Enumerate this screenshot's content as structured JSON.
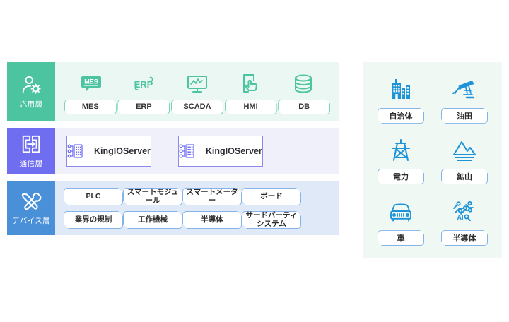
{
  "colors": {
    "app_accent": "#4cc4a0",
    "comm_accent": "#6f6ef0",
    "dev_accent": "#4a90d9",
    "app_band_bg": "#eaf7f2",
    "comm_band_bg": "#f0f0fb",
    "dev_band_bg": "#dfe9f8",
    "industry_bg": "#f0f8f4",
    "industry_icon": "#1e93d8",
    "page_bg": "#ffffff"
  },
  "architecture": {
    "layers": [
      {
        "id": "application",
        "label": "応用層",
        "icon": "user-gear-icon",
        "items": [
          {
            "label": "MES",
            "icon": "mes-chat-icon"
          },
          {
            "label": "ERP",
            "icon": "erp-text-icon"
          },
          {
            "label": "SCADA",
            "icon": "monitor-chart-icon"
          },
          {
            "label": "HMI",
            "icon": "hand-touch-icon"
          },
          {
            "label": "DB",
            "icon": "database-icon"
          }
        ]
      },
      {
        "id": "communication",
        "label": "通信層",
        "icon": "data-exchange-icon",
        "items": [
          {
            "label": "KingIOServer",
            "icon": "io-server-icon"
          },
          {
            "label": "KingIOServer",
            "icon": "io-server-icon"
          }
        ]
      },
      {
        "id": "device",
        "label": "デバイス層",
        "icon": "tools-icon",
        "rows": [
          [
            {
              "label": "PLC"
            },
            {
              "label": "スマートモジュール"
            },
            {
              "label": "スマートメーター"
            },
            {
              "label": "ボード"
            }
          ],
          [
            {
              "label": "業界の規制"
            },
            {
              "label": "工作機械"
            },
            {
              "label": "半導体"
            },
            {
              "label": "サードパーティシステム"
            }
          ]
        ]
      }
    ]
  },
  "industries": {
    "items": [
      {
        "label": "自治体",
        "icon": "city-buildings-icon"
      },
      {
        "label": "油田",
        "icon": "oil-pumpjack-icon"
      },
      {
        "label": "電力",
        "icon": "power-pylon-icon"
      },
      {
        "label": "鉱山",
        "icon": "mountain-mine-icon"
      },
      {
        "label": "車",
        "icon": "car-front-icon"
      },
      {
        "label": "半導体",
        "icon": "ai-circuit-icon"
      }
    ]
  }
}
